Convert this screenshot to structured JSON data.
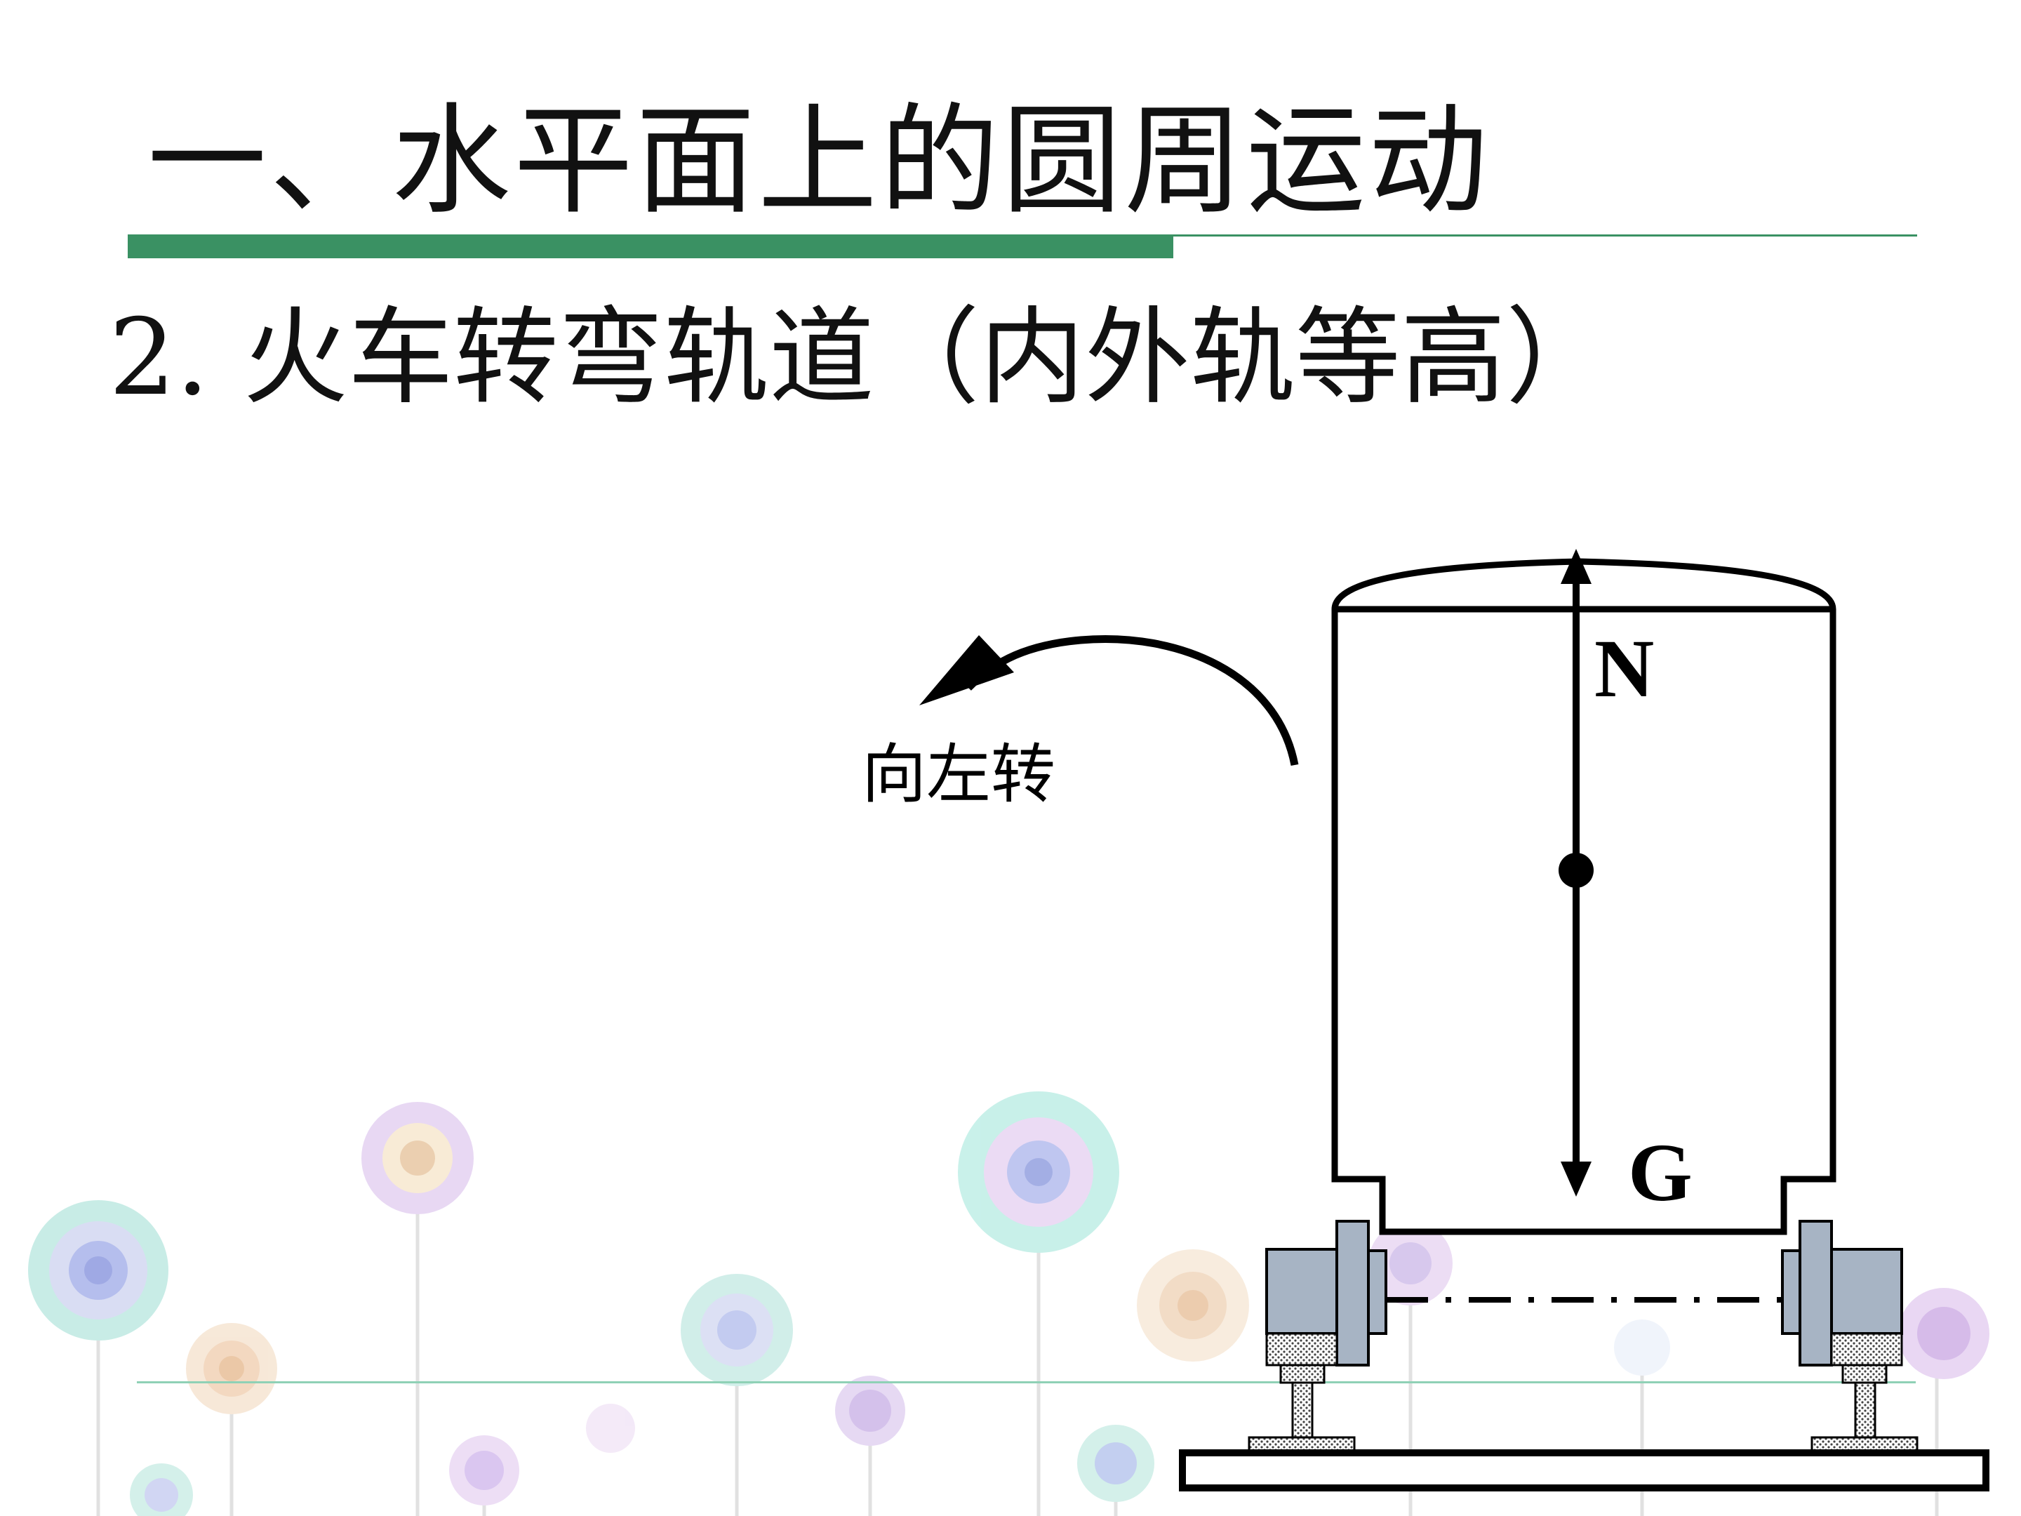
{
  "slide": {
    "title": "一、水平面上的圆周运动",
    "subtitle": "2. 火车转弯轨道（内外轨等高）"
  },
  "diagram": {
    "turn_label": "向左转",
    "force_up_label": "N",
    "force_down_label": "G"
  },
  "colors": {
    "accent_green": "#3a9163",
    "wheel_gray": "#a7b4c4",
    "line_black": "#000000"
  }
}
